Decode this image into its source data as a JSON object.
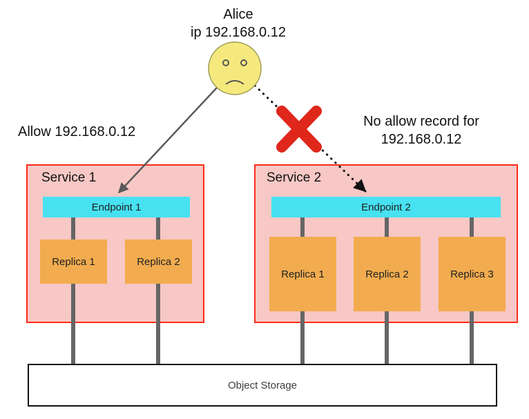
{
  "actor": {
    "name": "Alice",
    "ip_label": "ip 192.168.0.12"
  },
  "notes": {
    "allow": "Allow 192.168.0.12",
    "deny_line1": "No allow record for",
    "deny_line2": "192.168.0.12"
  },
  "services": [
    {
      "label": "Service 1",
      "endpoint": "Endpoint 1",
      "replicas": [
        "Replica 1",
        "Replica 2"
      ]
    },
    {
      "label": "Service 2",
      "endpoint": "Endpoint 2",
      "replicas": [
        "Replica 1",
        "Replica 2",
        "Replica 3"
      ]
    }
  ],
  "storage": {
    "label": "Object Storage"
  },
  "icons": {
    "actor_face": "sad-face-icon",
    "deny_marker": "red-cross-icon"
  },
  "colors": {
    "service_fill": "#f7c8c5",
    "service_border": "#ff2a1a",
    "endpoint_fill": "#47e1f2",
    "replica_fill": "#f2ac4f",
    "pipe": "#666666",
    "cross": "#e0271c",
    "face": "#f5e97e"
  }
}
